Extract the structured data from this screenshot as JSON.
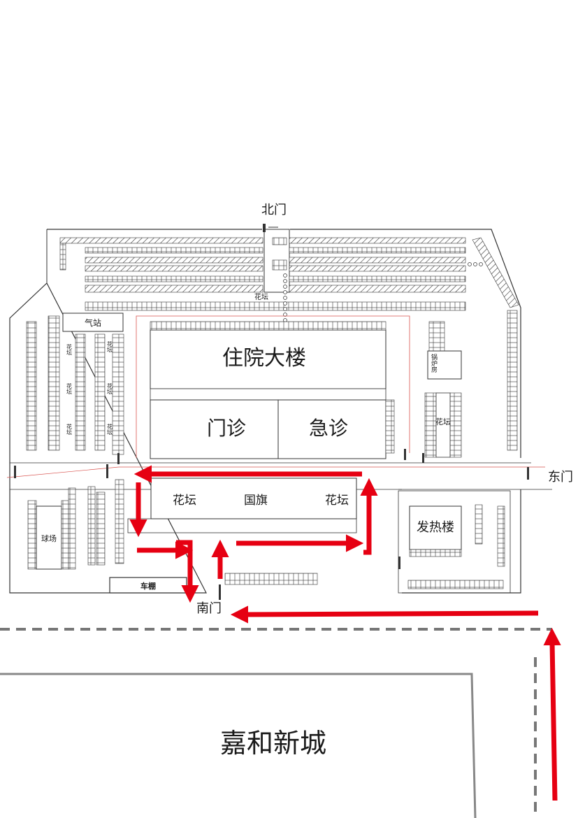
{
  "labels": {
    "north_gate": "北门",
    "east_gate": "东门",
    "south_gate": "南门",
    "inpatient_building": "住院大楼",
    "outpatient": "门诊",
    "emergency": "急诊",
    "flower_bed": "花坛",
    "national_flag": "国旗",
    "fever_building": "发热楼",
    "gas_station": "气站",
    "boiler_room": "锅炉房",
    "ball_court": "球场",
    "garage": "车棚",
    "jiahe_xincheng": "嘉和新城"
  },
  "colors": {
    "route_arrow": "#e60012",
    "boundary": "#333333",
    "inner_path": "#d9534f",
    "road_dashed": "#777777"
  }
}
